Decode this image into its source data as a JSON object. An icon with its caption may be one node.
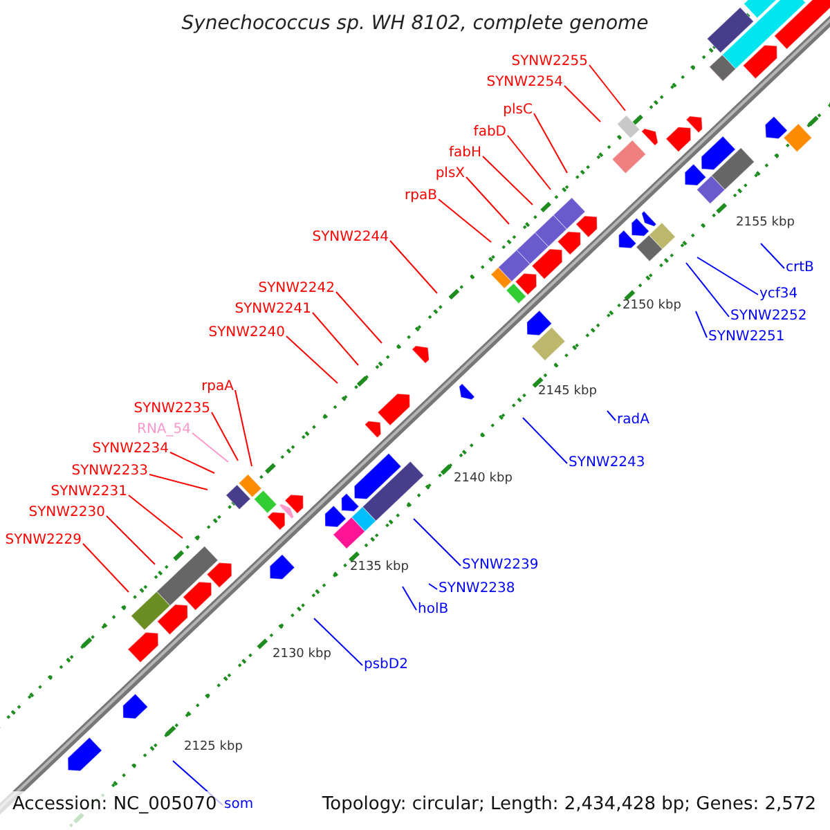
{
  "diagram": {
    "title": "Synechococcus sp. WH 8102, complete genome",
    "nodes": [
      {
        "text": [
          "SYNW2255"
        ]
      },
      {
        "text": [
          "SYNW2254"
        ]
      },
      {
        "text": [
          "plsC"
        ]
      },
      {
        "text": [
          "fabD"
        ]
      },
      {
        "text": [
          "fabH"
        ]
      },
      {
        "text": [
          "plsX"
        ]
      },
      {
        "text": [
          "rpaB"
        ]
      },
      {
        "text": [
          "SYNW2244"
        ]
      },
      {
        "text": [
          "crtB"
        ]
      },
      {
        "text": [
          "SYNW2242"
        ]
      },
      {
        "text": [
          "ycf34"
        ]
      },
      {
        "text": [
          "SYNW2241"
        ]
      },
      {
        "text": [
          "SYNW2252"
        ]
      },
      {
        "text": [
          "SYNW2240"
        ]
      },
      {
        "text": [
          "SYNW2251"
        ]
      },
      {
        "text": [
          "rpaA"
        ]
      },
      {
        "text": [
          "SYNW2235"
        ]
      },
      {
        "text": [
          "radA"
        ]
      },
      {
        "text": [
          "RNA_54"
        ]
      },
      {
        "text": [
          "SYNW2234"
        ]
      },
      {
        "text": [
          "SYNW2243"
        ]
      },
      {
        "text": [
          "SYNW2233"
        ]
      },
      {
        "text": [
          "SYNW2231"
        ]
      },
      {
        "text": [
          "SYNW2230"
        ]
      },
      {
        "text": [
          "SYNW2229"
        ]
      },
      {
        "text": [
          "SYNW2239"
        ]
      },
      {
        "text": [
          "SYNW2238"
        ]
      },
      {
        "text": [
          "holB"
        ]
      },
      {
        "text": [
          "psbD2"
        ]
      },
      {
        "text": [
          "som"
        ]
      }
    ],
    "edges": [
      {
        "from": 0,
        "to": null,
        "arrow": "none"
      },
      {
        "from": 1,
        "to": null,
        "arrow": "none"
      },
      {
        "from": 2,
        "to": null,
        "arrow": "none"
      },
      {
        "from": 3,
        "to": null,
        "arrow": "none"
      },
      {
        "from": 4,
        "to": null,
        "arrow": "none"
      },
      {
        "from": 5,
        "to": null,
        "arrow": "none"
      },
      {
        "from": 6,
        "to": null,
        "arrow": "none"
      },
      {
        "from": 7,
        "to": null,
        "arrow": "none"
      },
      {
        "from": 8,
        "to": null,
        "arrow": "none",
        "color": "#0000ff"
      },
      {
        "from": 9,
        "to": null,
        "arrow": "none"
      },
      {
        "from": 10,
        "to": null,
        "arrow": "none",
        "color": "#0000ff"
      },
      {
        "from": 11,
        "to": null,
        "arrow": "none"
      },
      {
        "from": 12,
        "to": null,
        "arrow": "none",
        "color": "#0000ff"
      },
      {
        "from": 13,
        "to": null,
        "arrow": "none"
      },
      {
        "from": 14,
        "to": null,
        "arrow": "none",
        "color": "#0000ff"
      },
      {
        "from": 15,
        "to": null,
        "arrow": "none"
      },
      {
        "from": 16,
        "to": null,
        "arrow": "none"
      },
      {
        "from": 17,
        "to": null,
        "arrow": "none",
        "color": "#0000ff"
      },
      {
        "from": 18,
        "to": null,
        "arrow": "none",
        "color": "#ff99cc"
      },
      {
        "from": 19,
        "to": null,
        "arrow": "none"
      },
      {
        "from": 20,
        "to": null,
        "arrow": "none",
        "color": "#0000ff"
      },
      {
        "from": 21,
        "to": null,
        "arrow": "none"
      },
      {
        "from": 22,
        "to": null,
        "arrow": "none"
      },
      {
        "from": 23,
        "to": null,
        "arrow": "none"
      },
      {
        "from": 24,
        "to": null,
        "arrow": "none"
      },
      {
        "from": 25,
        "to": null,
        "arrow": "none",
        "color": "#0000ff"
      },
      {
        "from": 26,
        "to": null,
        "arrow": "none",
        "color": "#0000ff"
      },
      {
        "from": 27,
        "to": null,
        "arrow": "none",
        "color": "#0000ff"
      },
      {
        "from": 28,
        "to": null,
        "arrow": "none",
        "color": "#0000ff"
      },
      {
        "from": 29,
        "to": null,
        "arrow": "none",
        "color": "#0000ff"
      }
    ],
    "labels": [
      "2155 kbp",
      "2150 kbp",
      "2145 kbp",
      "2140 kbp",
      "2135 kbp",
      "2130 kbp",
      "2125 kbp",
      "Accession: NC_005070",
      "Topology: circular; Length: 2,434,428 bp; Genes: 2,572"
    ]
  }
}
